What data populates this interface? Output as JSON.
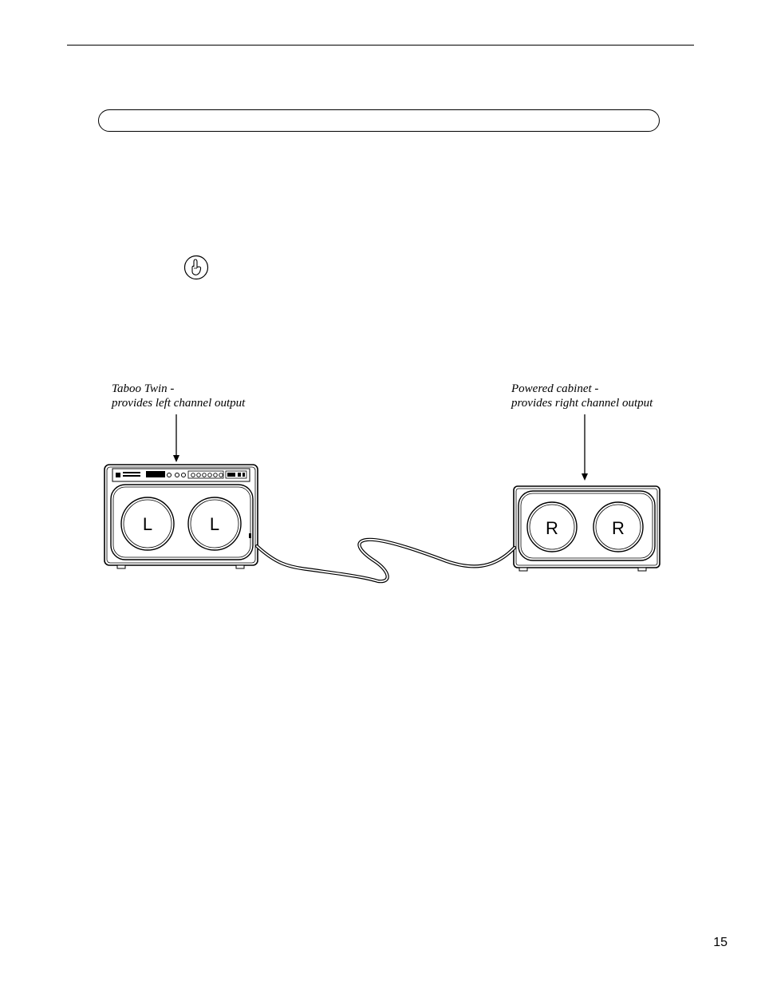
{
  "captions": {
    "amp": {
      "line1": "Taboo Twin -",
      "line2": "provides left channel output"
    },
    "cabinet": {
      "line1": "Powered cabinet -",
      "line2": "provides right channel output"
    }
  },
  "speakers": {
    "left_label": "L",
    "right_label": "R"
  },
  "page_number": "15",
  "icons": {
    "note": "pointing-finger-icon"
  }
}
